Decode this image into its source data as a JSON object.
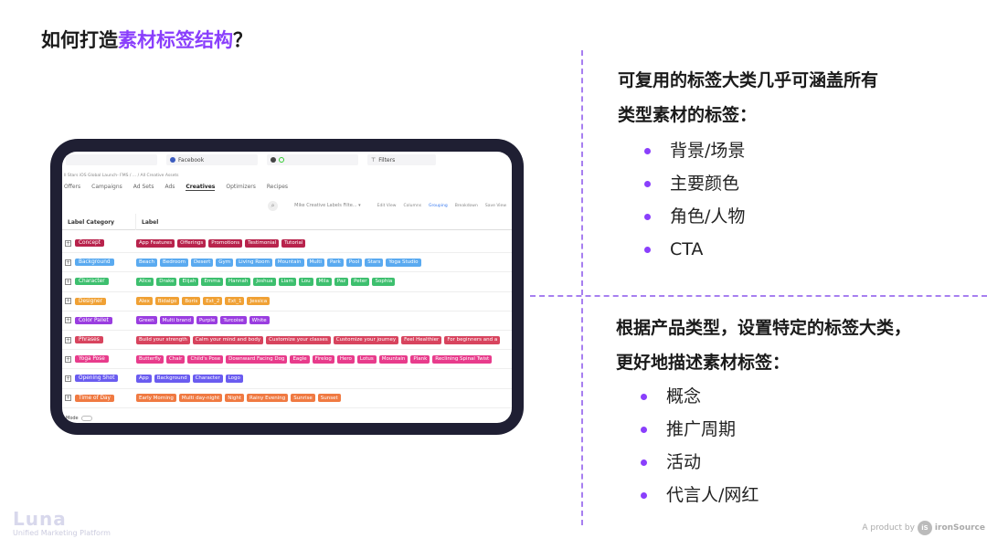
{
  "title": {
    "prefix": "如何打造",
    "highlight": "素材标签结构",
    "suffix": "？"
  },
  "section1": {
    "heading_line1": "可复用的标签大类几乎可涵盖所有",
    "heading_line2": "类型素材的标签：",
    "items": [
      "背景/场景",
      "主要颜色",
      "角色/人物",
      "CTA"
    ]
  },
  "section2": {
    "heading_line1": "根据产品类型，设置特定的标签大类，",
    "heading_line2": "更好地描述素材标签：",
    "items": [
      "概念",
      "推广周期",
      "活动",
      "代言人/网红"
    ]
  },
  "app": {
    "network_select": "Facebook",
    "filters": "Filters",
    "breadcrumb": "ll Stars iOS Global Launch- FMS  /  ...  / All Creative Assets",
    "tabs": [
      "Offers",
      "Campaigns",
      "Ad Sets",
      "Ads",
      "Creatives",
      "Optimizers",
      "Recipes"
    ],
    "active_tab": "Creatives",
    "filter_view": "Mike Creative Labels Filte... ▾",
    "tools": [
      "Edit View",
      "Columns",
      "Grouping",
      "Breakdown",
      "Save View"
    ],
    "columns": {
      "category": "Label Category",
      "label": "Label"
    },
    "rows": [
      {
        "category": "Concept",
        "color": "#b8234c",
        "labels": [
          "App Features",
          "Offerings",
          "Promotions",
          "Testimonial",
          "Tutorial"
        ]
      },
      {
        "category": "Background",
        "color": "#5aaaf0",
        "labels": [
          "Beach",
          "Bedroom",
          "Desert",
          "Gym",
          "Living Room",
          "Mountain",
          "Multi",
          "Park",
          "Pool",
          "Stars",
          "Yoga Studio"
        ]
      },
      {
        "category": "Character",
        "color": "#3dbf6e",
        "labels": [
          "Alice",
          "Drake",
          "Elijah",
          "Emma",
          "Hannah",
          "Joshua",
          "Liam",
          "Lou",
          "Mila",
          "Paz",
          "Peter",
          "Sophia"
        ]
      },
      {
        "category": "Designer",
        "color": "#f0a135",
        "labels": [
          "Alex",
          "Bidalgo",
          "Boris",
          "Ext_2",
          "Ext_1",
          "Jessica"
        ]
      },
      {
        "category": "Color Pallet",
        "color": "#9a3de0",
        "labels": [
          "Green",
          "Multi brand",
          "Purple",
          "Turcoise",
          "White"
        ]
      },
      {
        "category": "Phrases",
        "color": "#d8445e",
        "labels": [
          "Build your strength",
          "Calm your mind and body",
          "Customize your classes",
          "Customize your journey",
          "Feel Healthier",
          "For beginners and a"
        ]
      },
      {
        "category": "Yoga Pose",
        "color": "#e83c8c",
        "labels": [
          "Butterfly",
          "Chair",
          "Child's Pose",
          "Downward Facing Dog",
          "Eagle",
          "Firelog",
          "Hero",
          "Lotus",
          "Mountain",
          "Plank",
          "Reclining Spinal Twist"
        ]
      },
      {
        "category": "Opening Shot",
        "color": "#6a5cf0",
        "labels": [
          "App",
          "Background",
          "Character",
          "Logo"
        ]
      },
      {
        "category": "Time of Day",
        "color": "#f07a42",
        "labels": [
          "Early Morning",
          "Multi day-night",
          "Night",
          "Rainy Evening",
          "Sunrise",
          "Sunset"
        ]
      }
    ],
    "mode_label": "Mode"
  },
  "footer": {
    "logo": "Luna",
    "tagline": "Unified Marketing Platform",
    "product_by": "A product by",
    "brand_mark": "iS",
    "brand": "ironSource"
  },
  "colors": {
    "accent": "#8a3ffc",
    "tablet_frame": "#1f1f33"
  }
}
